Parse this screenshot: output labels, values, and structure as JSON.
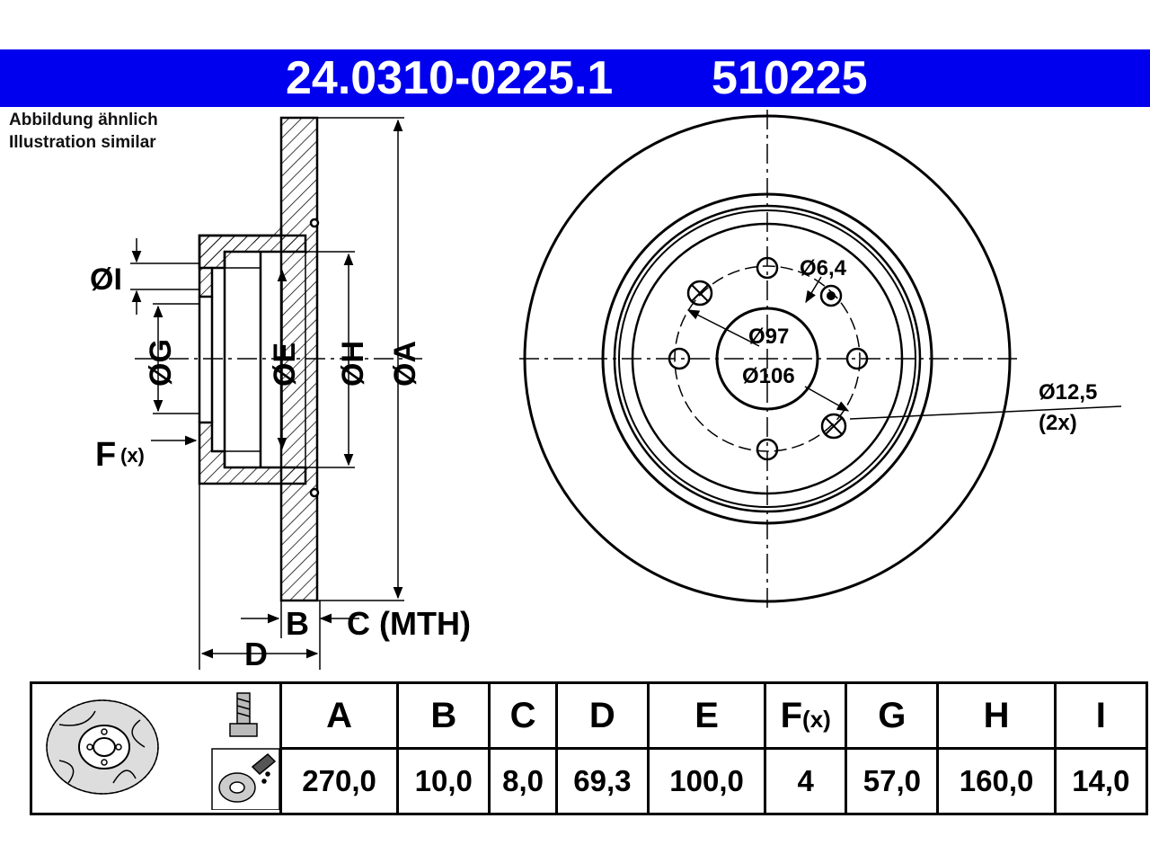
{
  "header": {
    "part_number": "24.0310-0225.1",
    "ref_number": "510225",
    "bg_color": "#0000ee",
    "text_color": "#ffffff"
  },
  "notes": {
    "line1": "Abbildung ähnlich",
    "line2": "Illustration similar"
  },
  "side_view": {
    "label_I": "ØI",
    "label_G": "ØG",
    "label_E": "ØE",
    "label_H": "ØH",
    "label_A": "ØA",
    "label_F": "F",
    "label_F_sub": "(x)",
    "label_B": "B",
    "label_C": "C (MTH)",
    "label_D": "D"
  },
  "front_view": {
    "bolt_hole_dia": "Ø6,4",
    "pcd_97": "Ø97",
    "pcd_106": "Ø106",
    "hole_12_5": "Ø12,5",
    "hole_12_5_count": "(2x)"
  },
  "table": {
    "headers": [
      {
        "key": "A",
        "label": "A"
      },
      {
        "key": "B",
        "label": "B"
      },
      {
        "key": "C",
        "label": "C"
      },
      {
        "key": "D",
        "label": "D"
      },
      {
        "key": "E",
        "label": "E"
      },
      {
        "key": "F",
        "label": "F",
        "sub": "(x)"
      },
      {
        "key": "G",
        "label": "G"
      },
      {
        "key": "H",
        "label": "H"
      },
      {
        "key": "I",
        "label": "I"
      }
    ],
    "values": [
      "270,0",
      "10,0",
      "8,0",
      "69,3",
      "100,0",
      "4",
      "57,0",
      "160,0",
      "14,0"
    ]
  },
  "icons": {
    "disc_thumbnail": "brake-disc-icon",
    "bolt": "wheel-bolt-icon",
    "spray": "protective-coating-spray-icon"
  }
}
